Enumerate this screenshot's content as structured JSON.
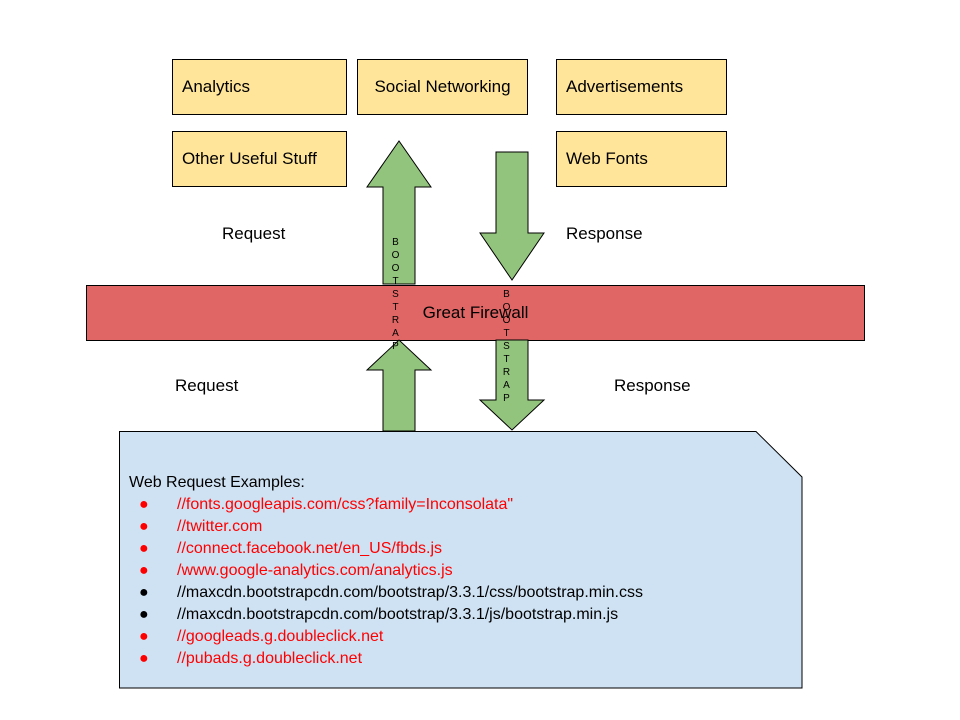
{
  "boxes": {
    "analytics": "Analytics",
    "social": "Social Networking",
    "ads": "Advertisements",
    "other": "Other Useful Stuff",
    "webfonts": "Web Fonts"
  },
  "labels": {
    "request_top": "Request",
    "response_top": "Response",
    "request_bottom": "Request",
    "response_bottom": "Response"
  },
  "arrow_text": {
    "up_top": "B\nO\nO\nT\nS\nT\nR\nA\nP",
    "down_top": "B\nO\nO\nT\nS\nT\nR\nA\nP"
  },
  "firewall": "Great Firewall",
  "note": {
    "title": "Web Request Examples:",
    "items": [
      {
        "text": "//fonts.googleapis.com/css?family=Inconsolata\"",
        "color": "red"
      },
      {
        "text": "//twitter.com",
        "color": "red"
      },
      {
        "text": "//connect.facebook.net/en_US/fbds.js",
        "color": "red"
      },
      {
        "text": "/www.google-analytics.com/analytics.js",
        "color": "red"
      },
      {
        "text": "//maxcdn.bootstrapcdn.com/bootstrap/3.3.1/css/bootstrap.min.css",
        "color": "black"
      },
      {
        "text": "//maxcdn.bootstrapcdn.com/bootstrap/3.3.1/js/bootstrap.min.js",
        "color": "black"
      },
      {
        "text": "//googleads.g.doubleclick.net",
        "color": "red"
      },
      {
        "text": "//pubads.g.doubleclick.net",
        "color": "red"
      }
    ],
    "bullet": "●"
  },
  "colors": {
    "service_box": "#ffe599",
    "firewall": "#e06666",
    "arrow": "#93c47d",
    "note": "#cfe2f3",
    "blocked": "#ff0000",
    "allowed": "#000000"
  }
}
